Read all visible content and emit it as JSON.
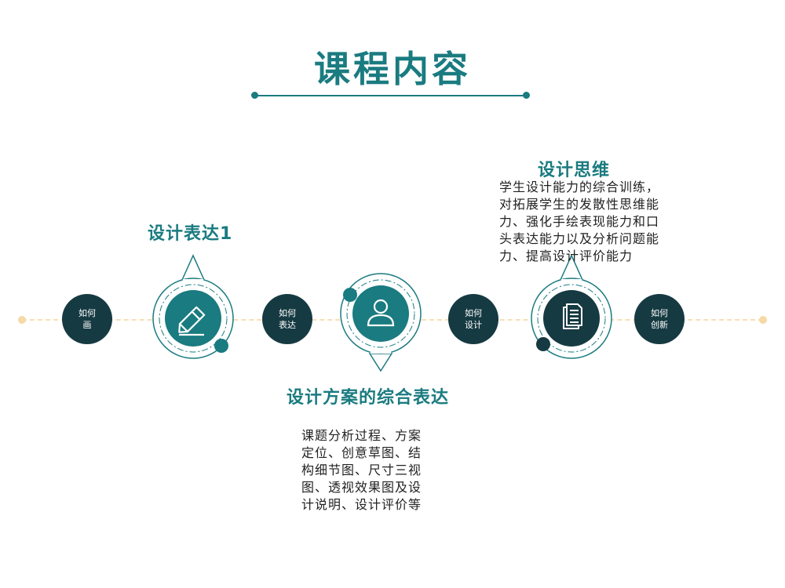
{
  "page": {
    "title": "课程内容"
  },
  "colors": {
    "teal": "#1a7b80",
    "dark_navy": "#163a42",
    "timeline": "#f7dfb4"
  },
  "steps": [
    {
      "line1": "如何",
      "line2": "画"
    },
    {
      "line1": "如何",
      "line2": "表达"
    },
    {
      "line1": "如何",
      "line2": "设计"
    },
    {
      "line1": "如何",
      "line2": "创新"
    }
  ],
  "milestones": [
    {
      "heading": "设计表达1",
      "icon": "pencil-icon",
      "description": []
    },
    {
      "heading": "设计方案的综合表达",
      "icon": "user-icon",
      "description": [
        "课题分析过程、方案",
        "定位、创意草图、结",
        "构细节图、尺寸三视",
        "图、透视效果图及设",
        "计说明、设计评价等"
      ]
    },
    {
      "heading": "设计思维",
      "icon": "document-icon",
      "description": [
        "学生设计能力的综合训练，",
        "对拓展学生的发散性思维能",
        "力、强化手绘表现能力和口",
        "头表达能力以及分析问题能",
        "力、提高设计评价能力"
      ]
    }
  ]
}
